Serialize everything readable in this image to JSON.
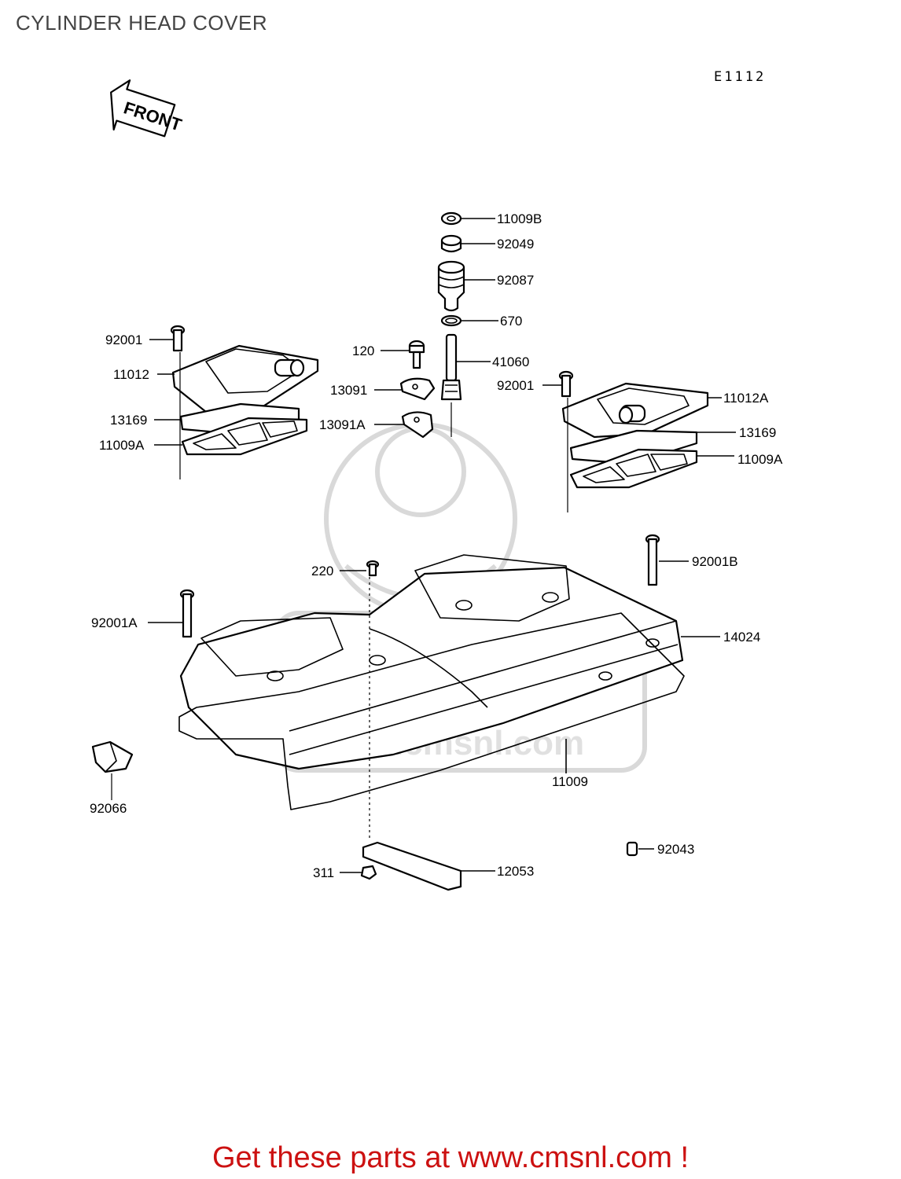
{
  "page": {
    "title": "CYLINDER HEAD COVER",
    "diagram_code": "E1112",
    "front_arrow_label": "FRONT",
    "cta": "Get these parts at www.cmsnl.com !",
    "watermark": "www.cmsnl.com"
  },
  "parts": [
    {
      "number": "11009B"
    },
    {
      "number": "92049"
    },
    {
      "number": "92087"
    },
    {
      "number": "670"
    },
    {
      "number": "41060"
    },
    {
      "number": "120"
    },
    {
      "number": "13091"
    },
    {
      "number": "13091A"
    },
    {
      "number": "92001"
    },
    {
      "number": "11012"
    },
    {
      "number": "13169"
    },
    {
      "number": "11009A"
    },
    {
      "number": "92001"
    },
    {
      "number": "11012A"
    },
    {
      "number": "13169"
    },
    {
      "number": "11009A"
    },
    {
      "number": "220"
    },
    {
      "number": "92001B"
    },
    {
      "number": "92001A"
    },
    {
      "number": "14024"
    },
    {
      "number": "11009"
    },
    {
      "number": "92066"
    },
    {
      "number": "92043"
    },
    {
      "number": "311"
    },
    {
      "number": "12053"
    }
  ]
}
